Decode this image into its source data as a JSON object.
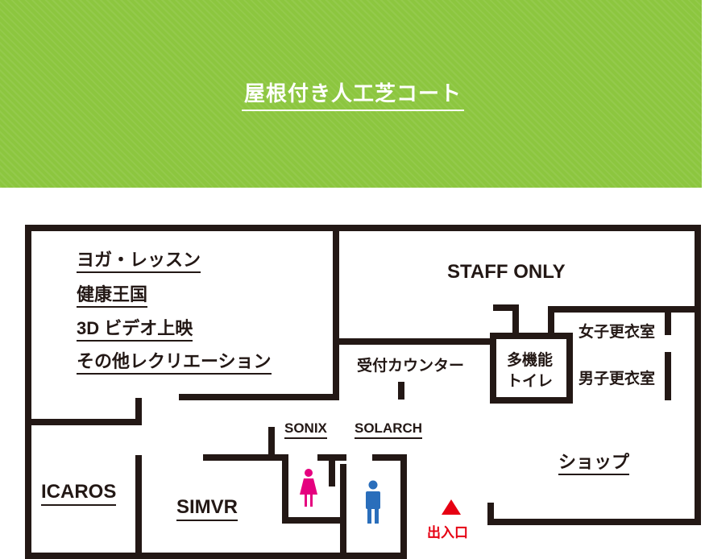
{
  "court": {
    "title": "屋根付き人工芝コート"
  },
  "rooms": {
    "activities": [
      "ヨガ・レッスン",
      "健康王国",
      "3D ビデオ上映",
      "その他レクリエーション"
    ],
    "staff_only": "STAFF ONLY",
    "reception": "受付カウンター",
    "multipurpose_toilet": [
      "多機能",
      "トイレ"
    ],
    "womens_locker": "女子更衣室",
    "mens_locker": "男子更衣室",
    "sonix": "SONIX",
    "solarch": "SOLARCH",
    "shop": "ショップ",
    "icaros": "ICAROS",
    "simvr": "SIMVR",
    "entrance": "出入口"
  },
  "icons": [
    "female-toilet-icon",
    "male-toilet-icon",
    "entrance-arrow-icon"
  ],
  "colors": {
    "court": "#8cc63f",
    "wall": "#231815",
    "female": "#e5007f",
    "male": "#2a6ebb",
    "entrance": "#e60012"
  }
}
